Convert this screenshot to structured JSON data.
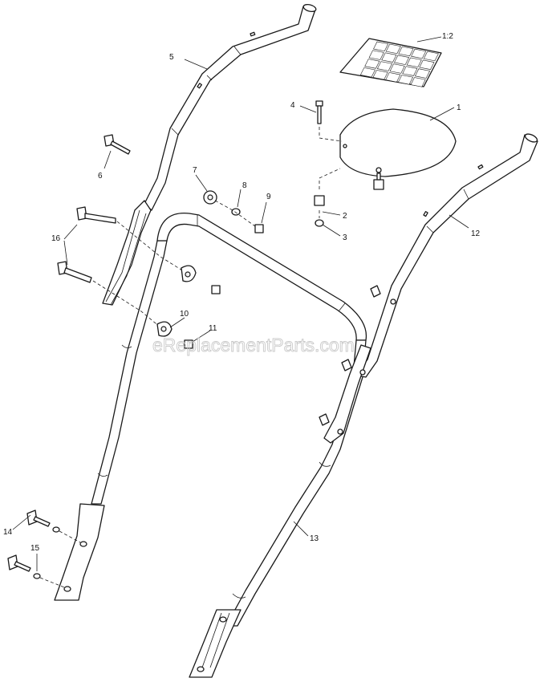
{
  "diagram": {
    "watermark": "eReplacementParts.com",
    "callouts": [
      {
        "id": "c1",
        "label": "1"
      },
      {
        "id": "c1-2",
        "label": "1:2"
      },
      {
        "id": "c2",
        "label": "2"
      },
      {
        "id": "c3",
        "label": "3"
      },
      {
        "id": "c4",
        "label": "4"
      },
      {
        "id": "c5",
        "label": "5"
      },
      {
        "id": "c6",
        "label": "6"
      },
      {
        "id": "c7",
        "label": "7"
      },
      {
        "id": "c8",
        "label": "8"
      },
      {
        "id": "c9",
        "label": "9"
      },
      {
        "id": "c10",
        "label": "10"
      },
      {
        "id": "c11",
        "label": "11"
      },
      {
        "id": "c12",
        "label": "12"
      },
      {
        "id": "c13",
        "label": "13"
      },
      {
        "id": "c14",
        "label": "14"
      },
      {
        "id": "c15",
        "label": "15"
      },
      {
        "id": "c16",
        "label": "16"
      }
    ]
  }
}
